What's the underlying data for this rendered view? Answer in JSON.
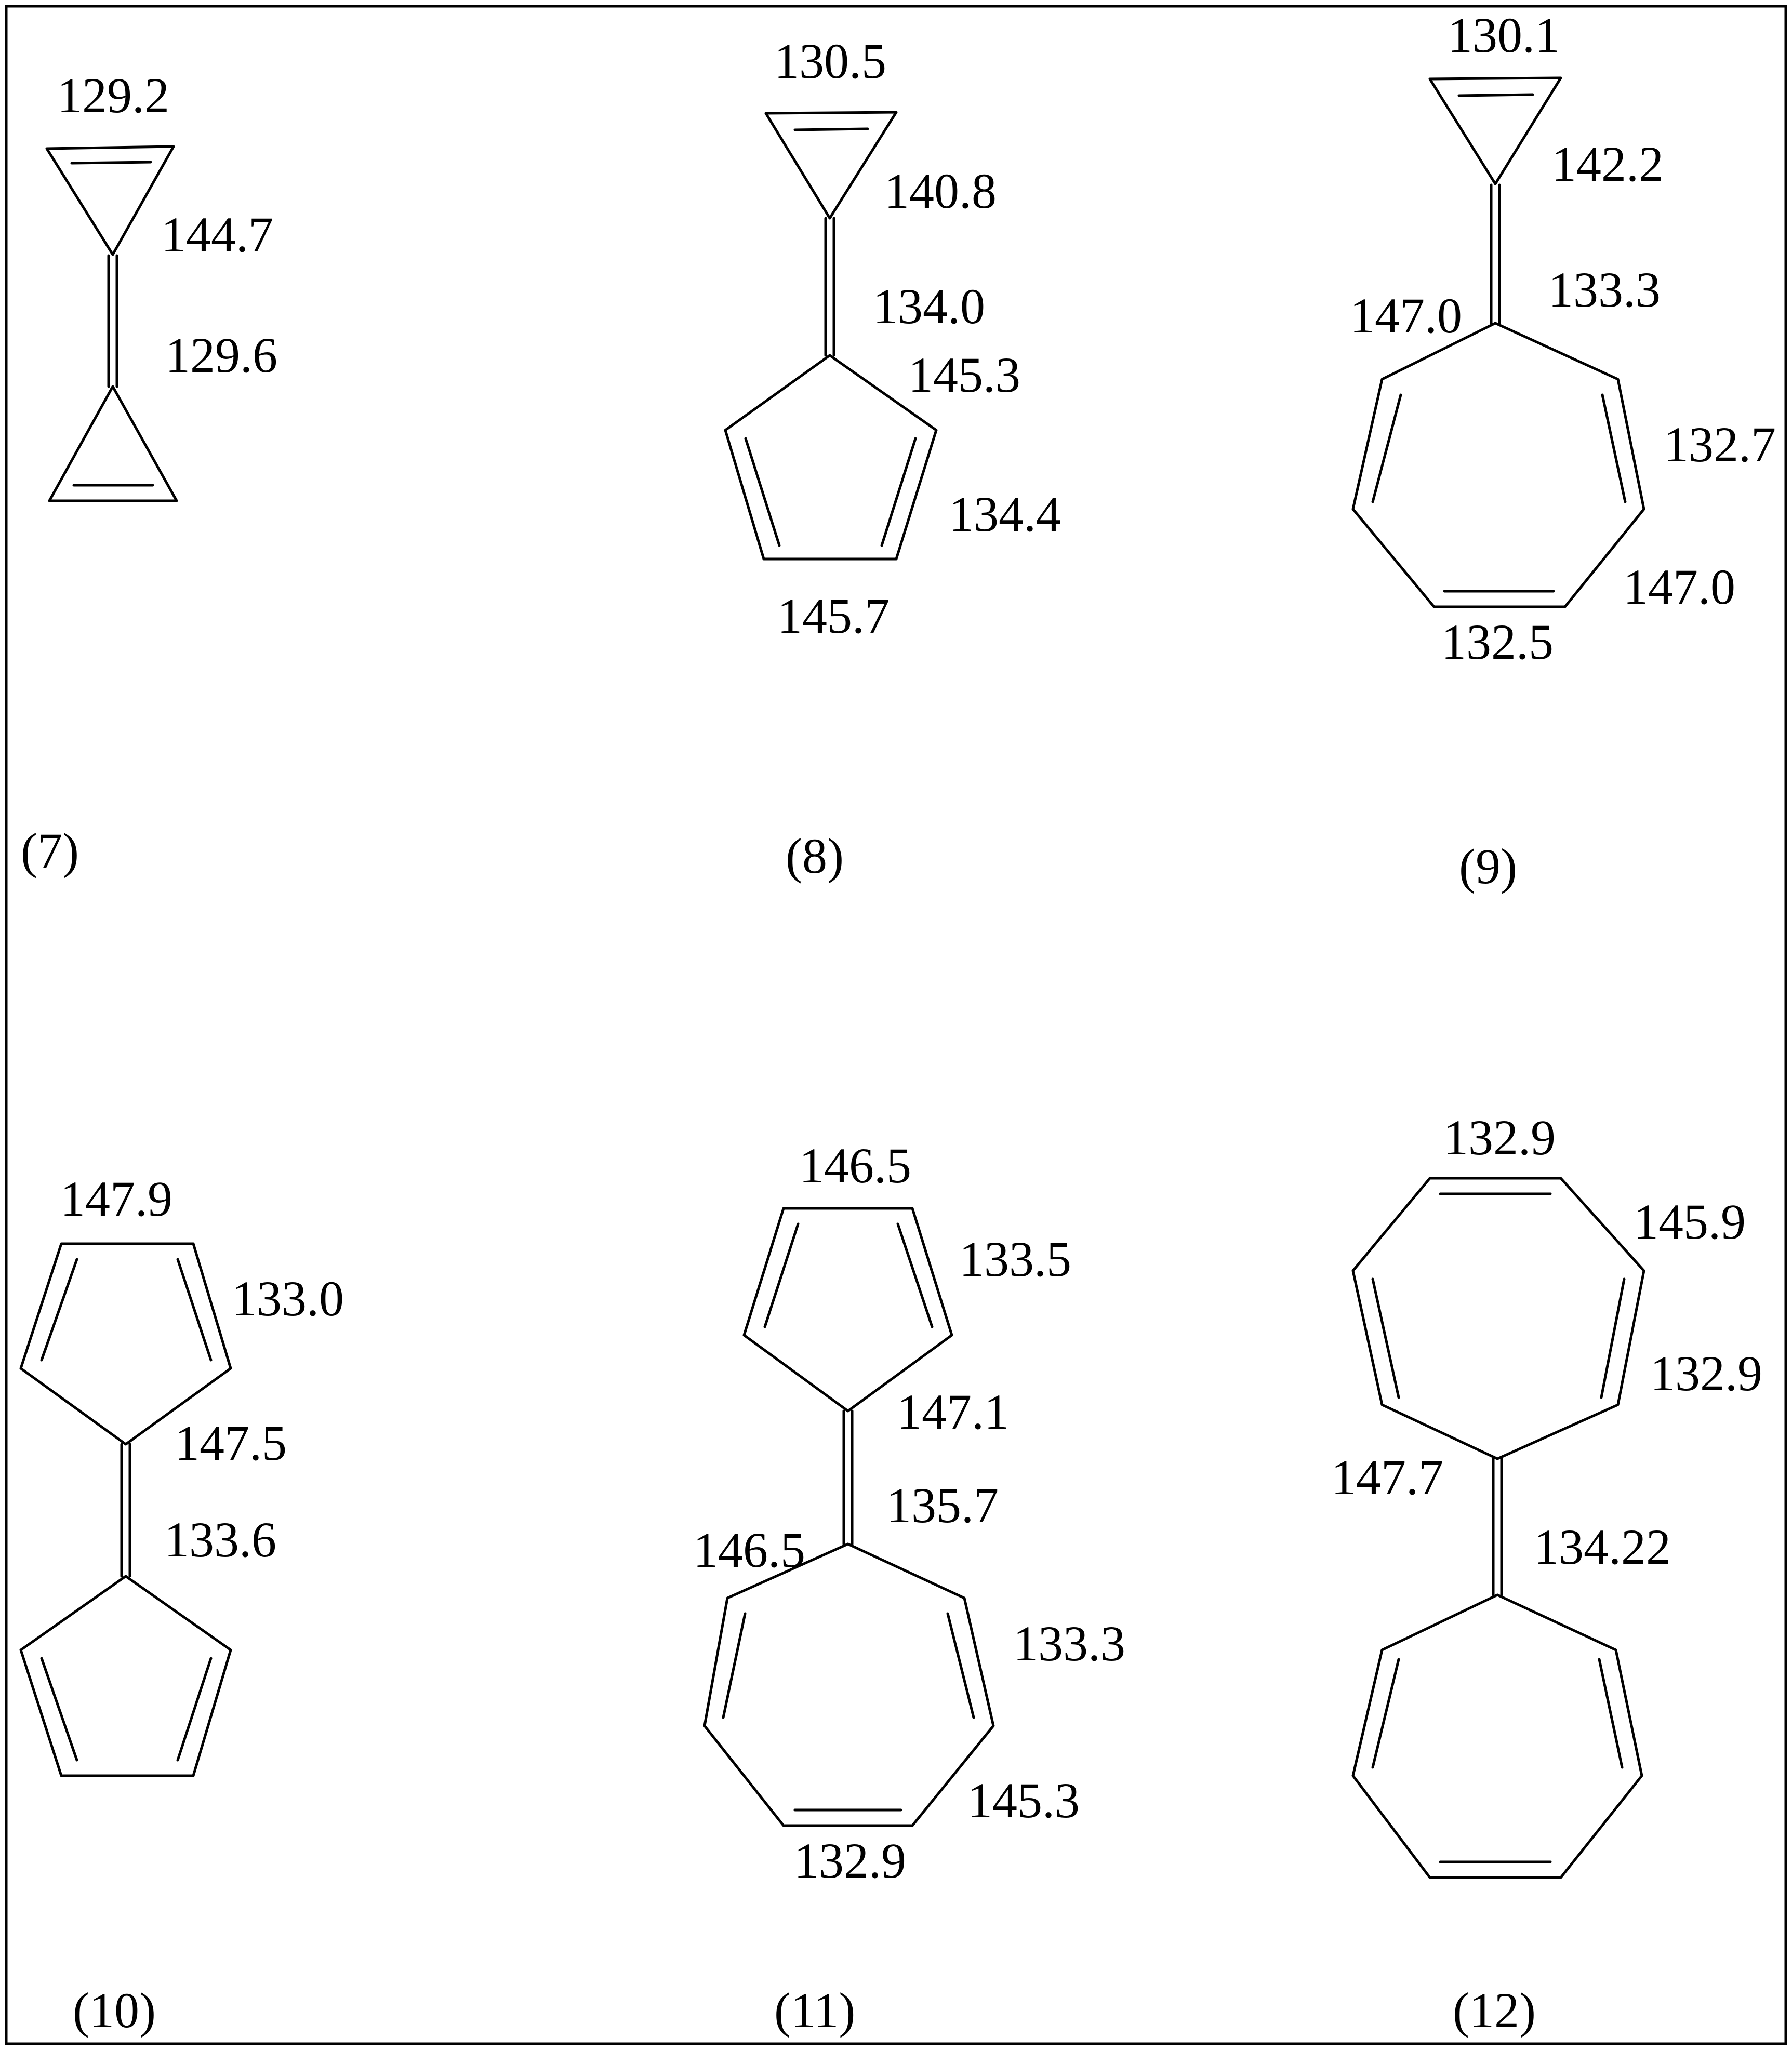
{
  "figure": {
    "compounds": [
      {
        "id": "7",
        "caption": "(7)",
        "shifts": {
          "ring_top_ch": "129.2",
          "ring_junction": "144.7",
          "exocyclic_c": "129.6"
        }
      },
      {
        "id": "8",
        "caption": "(8)",
        "shifts": {
          "tri_ch": "130.5",
          "tri_junction": "140.8",
          "exocyclic_c": "134.0",
          "penta_alpha": "145.3",
          "penta_beta": "134.4",
          "penta_bottom": "145.7"
        }
      },
      {
        "id": "9",
        "caption": "(9)",
        "shifts": {
          "tri_ch": "130.1",
          "tri_junction": "142.2",
          "exocyclic_c": "133.3",
          "hepta_alpha_left": "147.0",
          "hepta_beta": "132.7",
          "hepta_gamma": "147.0",
          "hepta_bottom": "132.5"
        }
      },
      {
        "id": "10",
        "caption": "(10)",
        "shifts": {
          "penta_top": "147.9",
          "penta_beta": "133.0",
          "penta_alpha": "147.5",
          "exocyclic_c": "133.6"
        }
      },
      {
        "id": "11",
        "caption": "(11)",
        "shifts": {
          "penta_top": "146.5",
          "penta_beta": "133.5",
          "penta_alpha": "147.1",
          "exocyclic_c": "135.7",
          "hepta_alpha_left": "146.5",
          "hepta_beta": "133.3",
          "hepta_gamma": "145.3",
          "hepta_bottom": "132.9"
        }
      },
      {
        "id": "12",
        "caption": "(12)",
        "shifts": {
          "hepta_top": "132.9",
          "hepta_gamma": "145.9",
          "hepta_beta": "132.9",
          "hepta_alpha_left": "147.7",
          "exocyclic_c": "134.22"
        }
      }
    ]
  }
}
